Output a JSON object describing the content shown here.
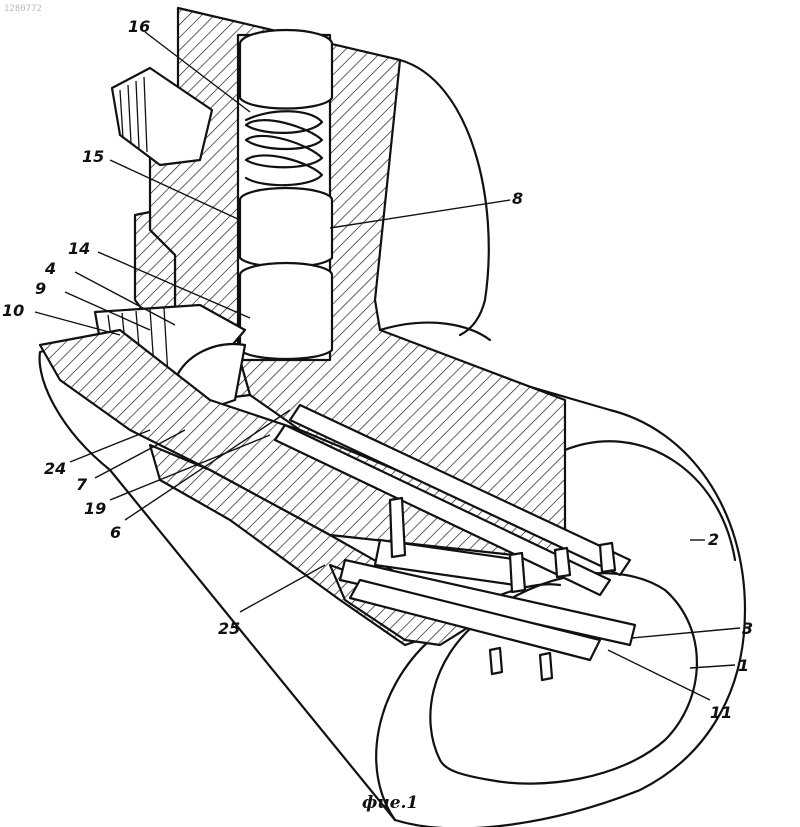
{
  "figure": {
    "doc_number": "1280772",
    "caption": "фие.1",
    "labels": {
      "l16": "16",
      "l15": "15",
      "l8": "8",
      "l14": "14",
      "l4": "4",
      "l9": "9",
      "l10": "10",
      "l24": "24",
      "l7": "7",
      "l19": "19",
      "l6": "6",
      "l25": "25",
      "l2": "2",
      "l3": "3",
      "l1": "1",
      "l11": "11"
    }
  }
}
